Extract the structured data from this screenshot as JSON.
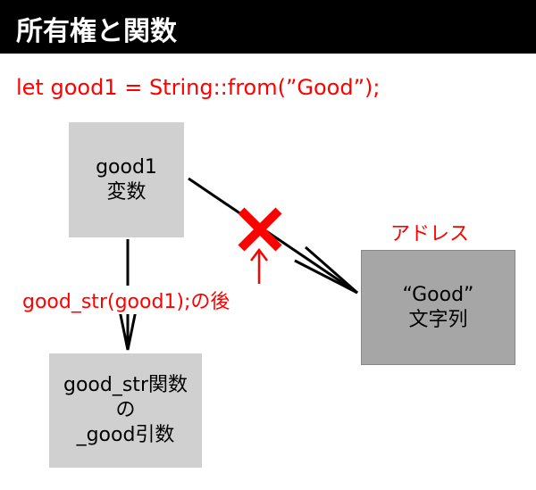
{
  "header": {
    "title": "所有権と関数"
  },
  "code": "let good1 = String::from(”Good”);",
  "var_box": {
    "line1": "good1",
    "line2": "変数"
  },
  "string_box": {
    "line1": "“Good”",
    "line2": "文字列"
  },
  "address_label": "アドレス",
  "call_label": "good_str(good1);の後",
  "param_box": {
    "line1": "good_str関数",
    "line2": "の",
    "line3": "_good引数"
  },
  "colors": {
    "accent": "#ff0000",
    "box_light": "#d0d0d0",
    "box_dark": "#a6a6a6"
  }
}
